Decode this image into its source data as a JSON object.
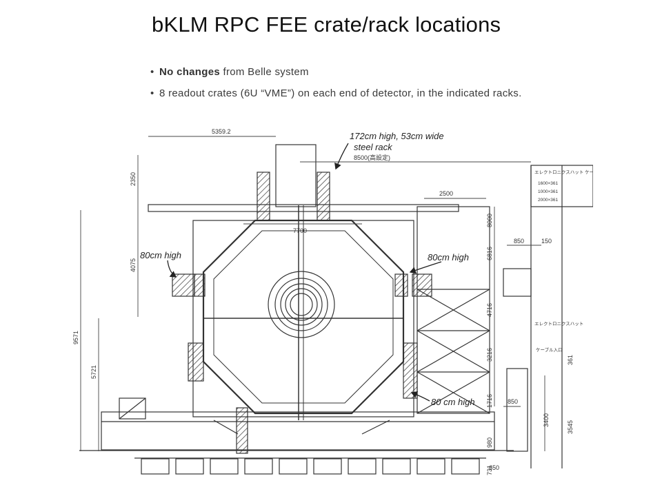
{
  "slide": {
    "title": "bKLM RPC FEE crate/rack locations",
    "bullets": [
      {
        "bold": "No changes",
        "text": " from Belle system"
      },
      {
        "bold": "",
        "text": "8 readout crates (6U “VME”) on each end of detector, in the indicated racks."
      }
    ]
  },
  "drawing": {
    "dimensions": {
      "top_width": "5359.2",
      "span": "8500(高設定)",
      "inner_width": "7700",
      "height_2350": "2350",
      "height_4075": "4075",
      "height_9571": "9571",
      "height_5721": "5721",
      "rack_2500": "2500",
      "v_8000": "8000",
      "v_6816": "6816",
      "v_4716": "4716",
      "v_3216": "3216",
      "v_1716": "1716",
      "w_850a": "850",
      "w_150": "150",
      "w_850b": "850",
      "v_980": "980",
      "v_731": "731",
      "w_650": "650",
      "v_3400": "3400",
      "v_3545": "3545",
      "v_361": "361"
    },
    "annotations": {
      "steel_rack_1": "172cm high, 53cm wide",
      "steel_rack_2": "steel rack",
      "left_80": "80cm high",
      "right_80": "80cm high",
      "bottom_80": "80 cm high"
    },
    "legend": {
      "heading": "エレクトロニクスハット ケー",
      "row1": "1600×361",
      "row2": "1000×361",
      "row3": "2000×361",
      "sub_heading": "エレクトロニクスハット",
      "cable": "ケーブル入口"
    }
  }
}
